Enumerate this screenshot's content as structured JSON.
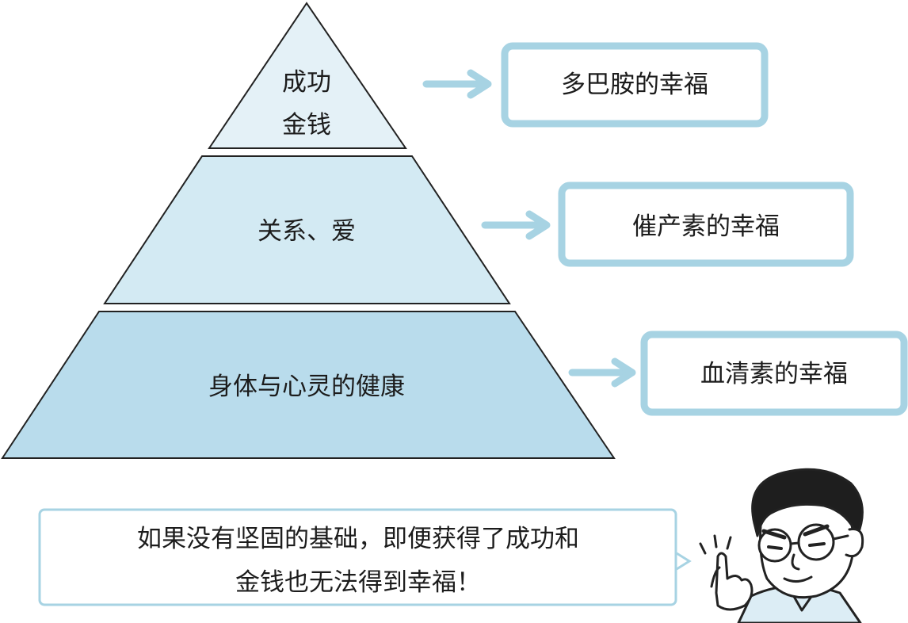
{
  "pyramid": {
    "top": {
      "lines": [
        "成功",
        "金钱"
      ],
      "color": "#e4f1f7"
    },
    "middle": {
      "label": "关系、爱",
      "color": "#d3eaf3"
    },
    "bottom": {
      "label": "身体与心灵的健康",
      "color": "#b9dcec"
    }
  },
  "hormones": [
    {
      "label": "多巴胺的幸福"
    },
    {
      "label": "催产素的幸福"
    },
    {
      "label": "血清素的幸福"
    }
  ],
  "message": {
    "lines": [
      "如果没有坚固的基础，即便获得了成功和",
      "金钱也无法得到幸福！"
    ]
  },
  "colors": {
    "box_border": "#a7d3e3",
    "arrow": "#a7d3e3",
    "outline": "#222222"
  },
  "illustration": "man-with-glasses-raising-finger"
}
